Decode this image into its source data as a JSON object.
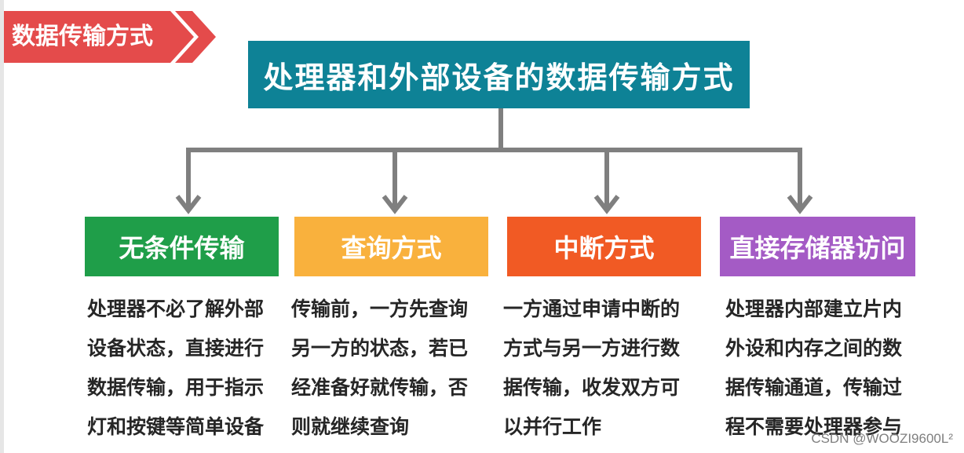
{
  "tag": {
    "label": "数据传输方式",
    "color": "#e44b4b"
  },
  "root": {
    "label": "处理器和外部设备的数据传输方式",
    "color": "#0e8296"
  },
  "connector_color": "#7f7f7f",
  "categories": [
    {
      "label": "无条件传输",
      "color": "#1f9e49",
      "lines": [
        "处理器不必了解外部",
        "设备状态，直接进行",
        "数据传输，用于指示",
        "灯和按键等简单设备"
      ]
    },
    {
      "label": "查询方式",
      "color": "#f9b13d",
      "lines": [
        "传输前，一方先查询",
        "另一方的状态，若已",
        "经准备好就传输，否",
        "则就继续查询"
      ]
    },
    {
      "label": "中断方式",
      "color": "#f15a24",
      "lines": [
        "一方通过申请中断的",
        "方式与另一方进行数",
        "据传输，收发双方可",
        "以并行工作"
      ]
    },
    {
      "label": "直接存储器访问",
      "color": "#a45bc5",
      "lines": [
        "处理器内部建立片内",
        "外设和内存之间的数",
        "据传输通道，传输过",
        "程不需要处理器参与"
      ]
    }
  ],
  "watermark": "CSDN @WOOZI9600L²"
}
